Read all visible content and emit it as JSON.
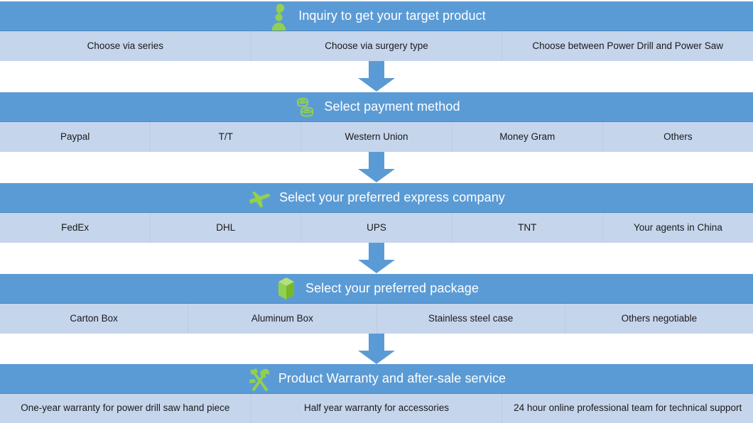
{
  "theme": {
    "header_blue": "#5B9BD5",
    "options_blue": "#C5D5EC",
    "icon_green": "#92D050",
    "header_text": "#FFFFFF",
    "option_text": "#1A1A1A",
    "arrow_fill": "#5B9BD5"
  },
  "steps": [
    {
      "icon": "customer-service-person-icon",
      "title": "Inquiry to get your target product",
      "options": [
        "Choose via series",
        "Choose via surgery type",
        "Choose  between Power Drill and Power Saw"
      ]
    },
    {
      "icon": "coins-stack-icon",
      "title": "Select payment method",
      "options": [
        "Paypal",
        "T/T",
        "Western Union",
        "Money Gram",
        "Others"
      ]
    },
    {
      "icon": "airplane-icon",
      "title": "Select your preferred express company",
      "options": [
        "FedEx",
        "DHL",
        "UPS",
        "TNT",
        "Your agents in China"
      ]
    },
    {
      "icon": "package-box-icon",
      "title": "Select your preferred package",
      "options": [
        "Carton Box",
        "Aluminum Box",
        "Stainless steel case",
        "Others negotiable"
      ]
    },
    {
      "icon": "hammer-wrench-tools-icon",
      "title": "Product Warranty and after-sale service",
      "options": [
        "One-year warranty for power drill saw hand piece",
        "Half year warranty for accessories",
        "24 hour online professional team for technical support"
      ]
    }
  ],
  "connectors": [
    {
      "name": "down-arrow-1"
    },
    {
      "name": "down-arrow-2"
    },
    {
      "name": "down-arrow-3"
    },
    {
      "name": "down-arrow-4"
    }
  ]
}
